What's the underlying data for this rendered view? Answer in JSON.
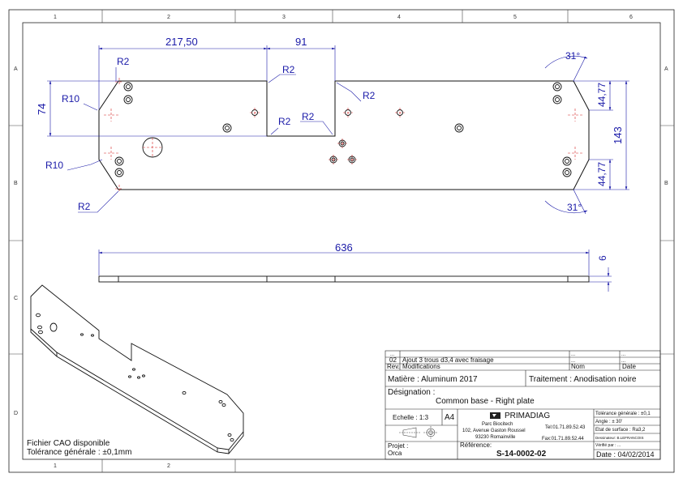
{
  "dimensions": {
    "d217": "217,50",
    "d91": "91",
    "d74": "74",
    "d143": "143",
    "d4477a": "44,77",
    "d4477b": "44,77",
    "d31a": "31°",
    "d31b": "31°",
    "d636": "636",
    "d6": "6",
    "r2_1": "R2",
    "r2_2": "R2",
    "r2_3": "R2",
    "r2_4": "R2",
    "r2_5": "R2",
    "r2_6": "R2",
    "r10_1": "R10",
    "r10_2": "R10"
  },
  "grid": {
    "columns": [
      "1",
      "2",
      "3",
      "4",
      "5",
      "6"
    ],
    "rows": [
      "A",
      "B",
      "C",
      "D"
    ],
    "bottom_columns": [
      "1",
      "2"
    ]
  },
  "notes": {
    "cad_line1": "Fichier CAO disponible",
    "cad_line2": "Tolérance générale : ±0,1mm"
  },
  "title_block": {
    "rev_dots": "...",
    "rev_num": "02",
    "rev_desc": "Ajout 3 trous d3,4 avec fraisage",
    "rev_label": "Rev.",
    "modifications_label": "Modifications",
    "nom_label": "Nom",
    "date_label": "Date",
    "matiere": "Matière : Aluminum 2017",
    "traitement": "Traitement : Anodisation noire",
    "designation_label": "Désignation :",
    "designation_value": "Common base - Right plate",
    "echelle": "Echelle : 1:3",
    "format": "A4",
    "company": "PRIMADIAG",
    "address1": "Parc Biocitech",
    "address2": "102, Avenue Gaston Roussel",
    "address3": "93230 Romainville",
    "tel": "Tel:01.71.89.52.43",
    "fax": "Fax:01.71.89.52.44",
    "tol_gen": "Tolérance générale : ±0,1",
    "angle": "Angle : ± 30'",
    "surface": "Etat de surface : Ra3,2",
    "dessinateur": "Dessinateur: B.LEFRANCOIS",
    "verifie": "Vérifié par : ...",
    "projet_label": "Projet :",
    "projet_value": "Orca",
    "reference_label": "Référence:",
    "reference_value": "S-14-0002-02",
    "date": "Date : 04/02/2014"
  }
}
